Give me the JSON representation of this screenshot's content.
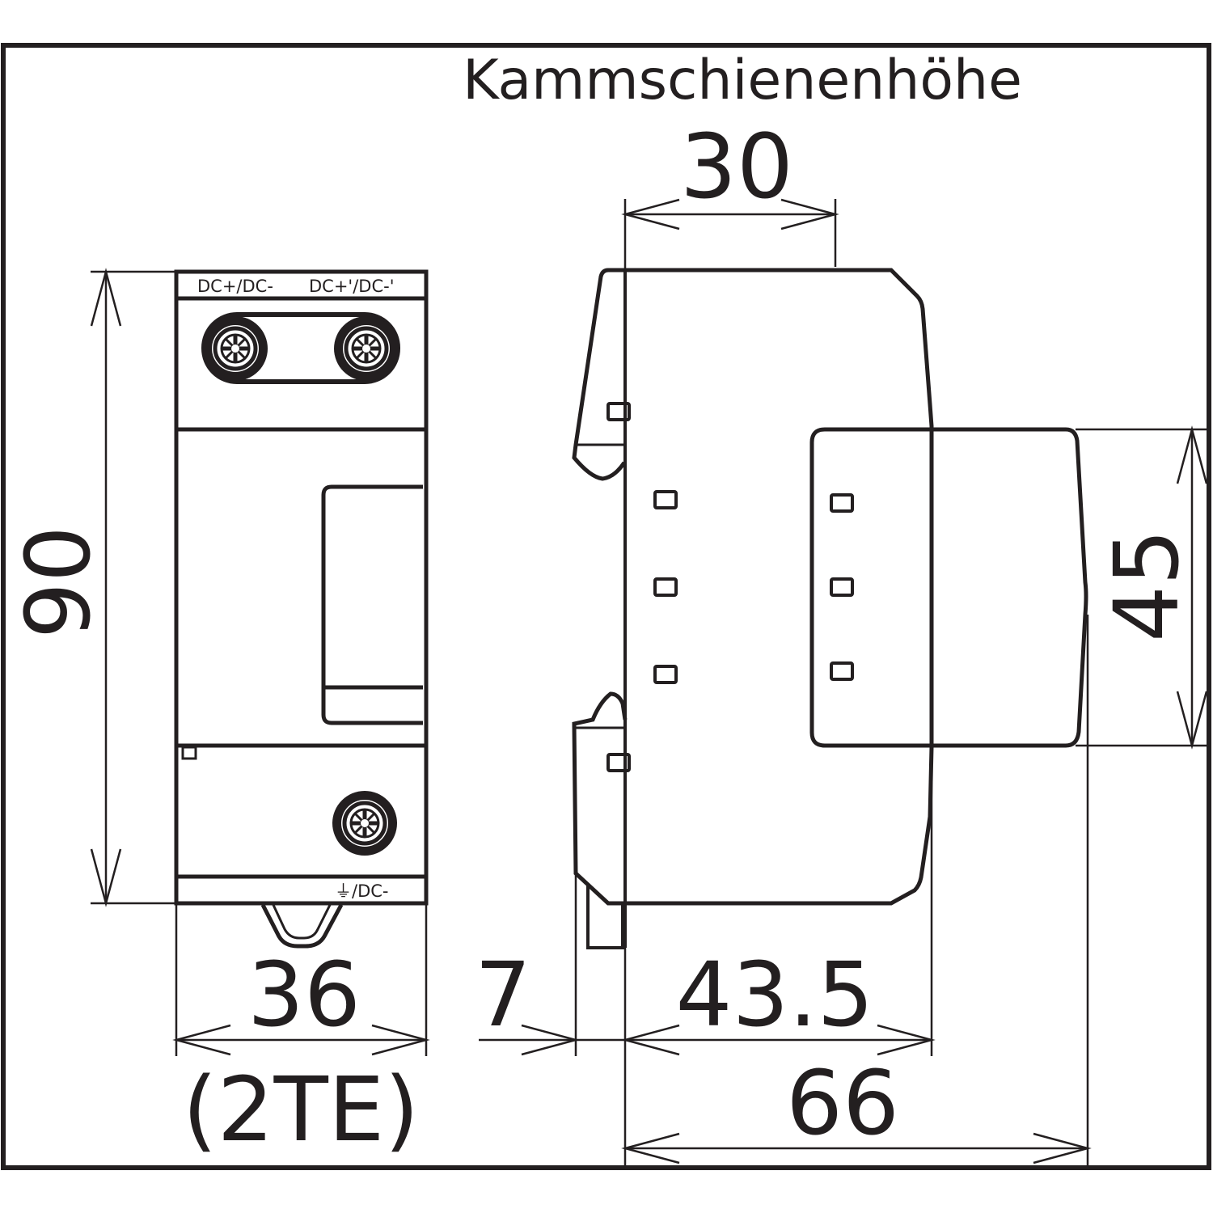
{
  "diagram": {
    "title": "Kammschienenhöhe",
    "colors": {
      "line": "#231f20",
      "background": "#ffffff"
    },
    "dimensions": {
      "height_total": "90",
      "width_front": "36",
      "width_units": "(2TE)",
      "comb_height": "30",
      "rail_offset": "7",
      "depth_body": "43.5",
      "depth_total": "66",
      "module_height": "45"
    },
    "terminal_labels": {
      "top_left": "DC+/DC-",
      "top_right": "DC+'/DC-'",
      "bottom": "⏚/DC-"
    }
  }
}
